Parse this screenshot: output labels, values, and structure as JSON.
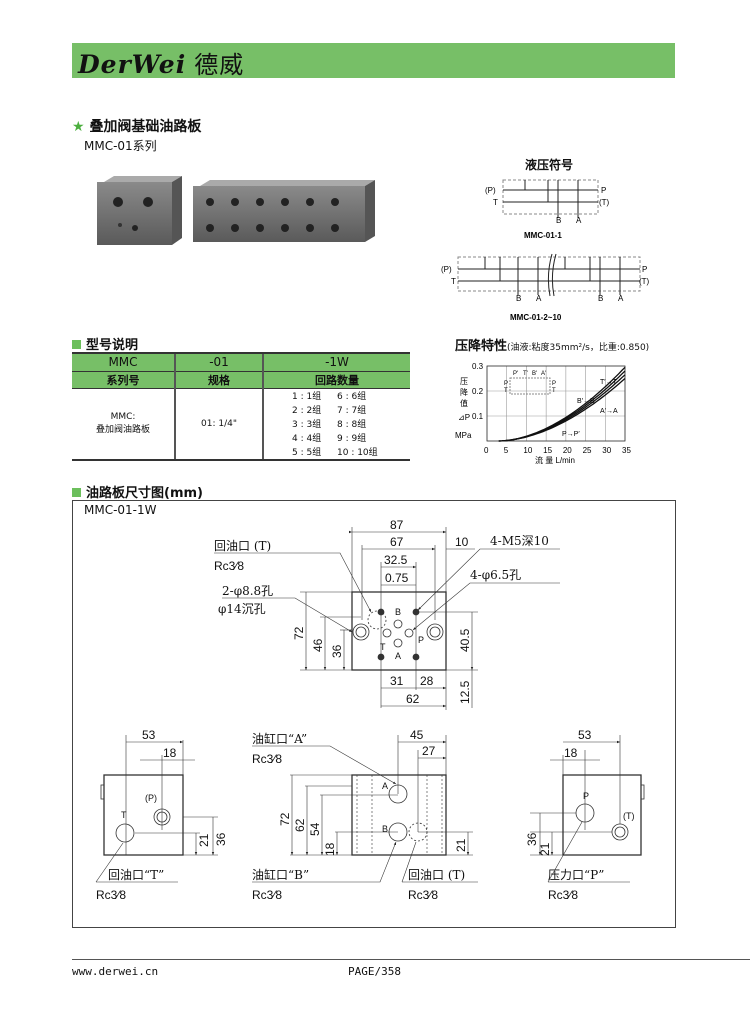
{
  "header": {
    "logo_latin": "DerWei",
    "logo_cn": "德威",
    "accent": "#77bf67"
  },
  "product": {
    "star": "★",
    "title": "叠加阀基础油路板",
    "series": "MMC-01系列"
  },
  "symbols": {
    "title": "液压符号",
    "sym1": {
      "caption": "MMC-01-1",
      "labels": [
        "(P)",
        "T",
        "P",
        "(T)",
        "B",
        "A"
      ]
    },
    "sym2": {
      "caption": "MMC-01-2~10",
      "labels": [
        "(P)",
        "T",
        "P",
        "(T)",
        "B",
        "A",
        "B",
        "A"
      ]
    }
  },
  "model": {
    "title": "型号说明",
    "codes": [
      "MMC",
      "-01",
      "-1W"
    ],
    "headers": [
      "系列号",
      "规格",
      "回路数量"
    ],
    "series_desc": [
      "MMC:",
      "叠加阀油路板"
    ],
    "spec": "01: 1/4\"",
    "circuits": [
      "1 : 1组",
      "6 :  6组",
      "2 : 2组",
      "7 :  7组",
      "3 : 3组",
      "8 :  8组",
      "4 : 4组",
      "9 :  9组",
      "5 : 5组",
      "10 : 10组"
    ]
  },
  "pressure": {
    "title": "压降特性",
    "note": "(油液:粘度35mm²/s，比重:0.850)",
    "ylabel_lines": [
      "压",
      "降",
      "值"
    ],
    "ylabel_sym": "⊿P",
    "yunit": "MPa",
    "xlabel": "流 量  L/min",
    "inset_labels": [
      "P'",
      "T'",
      "B'",
      "A'",
      "P",
      "T",
      "P",
      "T"
    ]
  },
  "chart_data": {
    "type": "line",
    "xlim": [
      0,
      35
    ],
    "ylim": [
      0,
      0.3
    ],
    "xticks": [
      "0",
      "5",
      "10",
      "15",
      "20",
      "25",
      "30",
      "35"
    ],
    "yticks": [
      "0.1",
      "0.2",
      "0.3"
    ],
    "series": [
      {
        "name": "T′→T",
        "x": [
          3,
          10,
          20,
          30,
          35
        ],
        "y": [
          0,
          0.03,
          0.115,
          0.23,
          0.295
        ]
      },
      {
        "name": "B′→B",
        "x": [
          3,
          10,
          20,
          30,
          35
        ],
        "y": [
          0,
          0.026,
          0.105,
          0.215,
          0.28
        ]
      },
      {
        "name": "A′→A",
        "x": [
          3,
          10,
          20,
          30,
          35
        ],
        "y": [
          0,
          0.022,
          0.095,
          0.2,
          0.265
        ]
      },
      {
        "name": "P→P′",
        "x": [
          3,
          10,
          20,
          30,
          35
        ],
        "y": [
          0,
          0.018,
          0.082,
          0.185,
          0.25
        ]
      }
    ]
  },
  "dims": {
    "title": "油路板尺寸图(mm)",
    "model": "MMC-01-1W",
    "top": {
      "d87": "87",
      "d67": "67",
      "d10": "10",
      "d325": "32.5",
      "d075": "0.75",
      "d72": "72",
      "d46": "46",
      "d36": "36",
      "d405": "40.5",
      "d125": "12.5",
      "d31": "31",
      "d28": "28",
      "d62": "62",
      "ret": "回油口 (T)",
      "rc": "Rc3⁄8",
      "hole1": "2-φ8.8孔",
      "hole2": "φ14沉孔",
      "m5": "4-M5深10",
      "h65": "4-φ6.5孔",
      "B": "B",
      "T": "T",
      "P": "P",
      "A": "A"
    },
    "left": {
      "d53": "53",
      "d18": "18",
      "d21": "21",
      "d36": "36",
      "T": "T",
      "P": "(P)",
      "label": "回油口“T”",
      "rc": "Rc3⁄8"
    },
    "mid": {
      "d45": "45",
      "d27": "27",
      "d72": "72",
      "d62": "62",
      "d54": "54",
      "d18": "18",
      "d21": "21",
      "A": "A",
      "B": "B",
      "labelA": "油缸口“A”",
      "rcA": "Rc3⁄8",
      "labelB": "油缸口“B”",
      "rcB": "Rc3⁄8",
      "labelT": "回油口 (T)",
      "rcT": "Rc3⁄8"
    },
    "right": {
      "d53": "53",
      "d18": "18",
      "d36": "36",
      "d21": "21",
      "P": "P",
      "T": "(T)",
      "label": "压力口“P”",
      "rc": "Rc3⁄8"
    }
  },
  "footer": {
    "url": "www.derwei.cn",
    "page": "PAGE/358"
  }
}
